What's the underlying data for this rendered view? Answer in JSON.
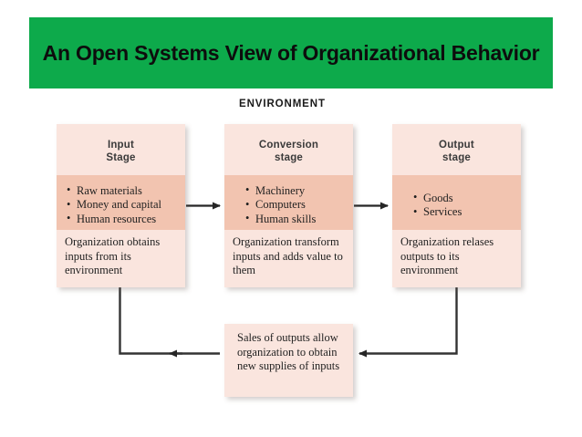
{
  "title": {
    "text": "An Open Systems View of Organizational Behavior",
    "banner_color": "#0daa4b"
  },
  "diagram": {
    "environment_label": "ENVIRONMENT",
    "colors": {
      "box_light": "#fae5de",
      "box_dark": "#f2c4b0",
      "connector": "#333333",
      "text": "#1f1f1f"
    },
    "stages": [
      {
        "id": "input",
        "header_line1": "Input",
        "header_line2": "Stage",
        "items": [
          "Raw materials",
          "Money and capital",
          "Human resources"
        ],
        "description": "Organization obtains inputs from its environment"
      },
      {
        "id": "conversion",
        "header_line1": "Conversion",
        "header_line2": "stage",
        "items": [
          "Machinery",
          "Computers",
          "Human skills"
        ],
        "description": "Organization transform inputs and adds value to them"
      },
      {
        "id": "output",
        "header_line1": "Output",
        "header_line2": "stage",
        "items": [
          "Goods",
          "Services"
        ],
        "description": "Organization relases outputs to its environment"
      }
    ],
    "feedback": {
      "text": "Sales of outputs allow organization to obtain new supplies of inputs"
    }
  }
}
